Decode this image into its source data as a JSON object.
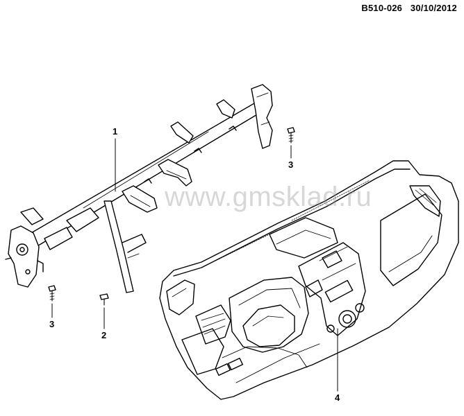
{
  "header": {
    "code": "B510-026",
    "date": "30/10/2012"
  },
  "watermark": "www.gmsklad.ru",
  "callouts": [
    {
      "id": "1",
      "label": "1"
    },
    {
      "id": "3a",
      "label": "3"
    },
    {
      "id": "3b",
      "label": "3"
    },
    {
      "id": "2",
      "label": "2"
    },
    {
      "id": "4",
      "label": "4"
    }
  ]
}
